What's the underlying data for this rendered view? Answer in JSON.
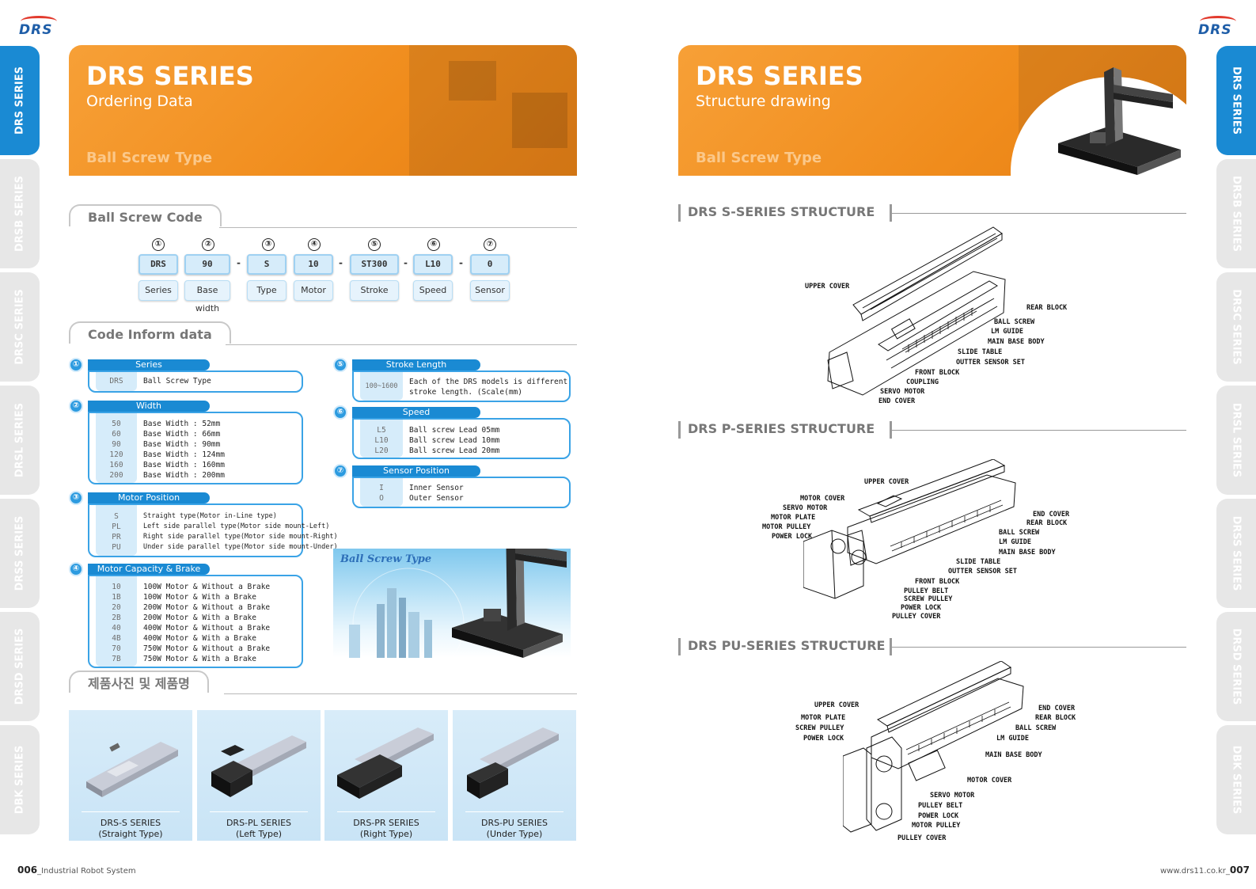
{
  "logo": {
    "text": "DRS"
  },
  "left_tabs": [
    "DRS SERIES",
    "DRSB SERIES",
    "DRSC SERIES",
    "DRSL SERIES",
    "DRSS SERIES",
    "DRSD SERIES",
    "DBK SERIES"
  ],
  "right_tabs": [
    "DRS SERIES",
    "DRSB SERIES",
    "DRSC SERIES",
    "DRSL SERIES",
    "DRSS SERIES",
    "DRSD SERIES",
    "DBK SERIES"
  ],
  "left_banner": {
    "title": "DRS SERIES",
    "subtitle": "Ordering Data",
    "type": "Ball Screw Type"
  },
  "right_banner": {
    "title": "DRS SERIES",
    "subtitle": "Structure drawing",
    "type": "Ball Screw Type"
  },
  "sections": {
    "ball_screw_code": "Ball Screw Code",
    "code_inform": "Code Inform data",
    "products": "제품사진 및 제품명"
  },
  "order_code": {
    "numbers": [
      "①",
      "②",
      "③",
      "④",
      "⑤",
      "⑥",
      "⑦"
    ],
    "codes": [
      "DRS",
      "90",
      "S",
      "10",
      "ST300",
      "L10",
      "0"
    ],
    "labels": [
      "Series",
      "Base width",
      "Type",
      "Motor",
      "Stroke",
      "Speed",
      "Sensor"
    ],
    "dash": "-"
  },
  "info": {
    "series": {
      "num": "①",
      "title": "Series",
      "rows": [
        {
          "code": "DRS",
          "desc": "Ball Screw Type"
        }
      ]
    },
    "width": {
      "num": "②",
      "title": "Width",
      "rows": [
        {
          "code": "50",
          "desc": "Base Width : 52mm"
        },
        {
          "code": "60",
          "desc": "Base Width : 66mm"
        },
        {
          "code": "90",
          "desc": "Base Width : 90mm"
        },
        {
          "code": "120",
          "desc": "Base Width : 124mm"
        },
        {
          "code": "160",
          "desc": "Base Width : 160mm"
        },
        {
          "code": "200",
          "desc": "Base Width : 200mm"
        }
      ]
    },
    "motor_position": {
      "num": "③",
      "title": "Motor Position",
      "rows": [
        {
          "code": "S",
          "desc": "Straight type(Motor in-Line type)"
        },
        {
          "code": "PL",
          "desc": "Left side parallel type(Motor side mount-Left)"
        },
        {
          "code": "PR",
          "desc": "Right side parallel type(Motor side mount-Right)"
        },
        {
          "code": "PU",
          "desc": "Under side parallel type(Motor side mount-Under)"
        }
      ]
    },
    "motor_capacity": {
      "num": "④",
      "title": "Motor Capacity & Brake",
      "rows": [
        {
          "code": "10",
          "desc": "100W Motor & Without a Brake"
        },
        {
          "code": "1B",
          "desc": "100W Motor & With a Brake"
        },
        {
          "code": "20",
          "desc": "200W Motor & Without a Brake"
        },
        {
          "code": "2B",
          "desc": "200W Motor & With a Brake"
        },
        {
          "code": "40",
          "desc": "400W Motor & Without a Brake"
        },
        {
          "code": "4B",
          "desc": "400W Motor & With a Brake"
        },
        {
          "code": "70",
          "desc": "750W Motor & Without a Brake"
        },
        {
          "code": "7B",
          "desc": "750W Motor & With a Brake"
        }
      ]
    },
    "stroke": {
      "num": "⑤",
      "title": "Stroke Length",
      "code": "100~1600",
      "desc1": "Each of the DRS models is different",
      "desc2": "stroke length. (Scale(mm)"
    },
    "speed": {
      "num": "⑥",
      "title": "Speed",
      "rows": [
        {
          "code": "L5",
          "desc": "Ball screw Lead 05mm"
        },
        {
          "code": "L10",
          "desc": "Ball screw Lead 10mm"
        },
        {
          "code": "L20",
          "desc": "Ball screw Lead 20mm"
        }
      ]
    },
    "sensor": {
      "num": "⑦",
      "title": "Sensor Position",
      "rows": [
        {
          "code": "I",
          "desc": "Inner Sensor"
        },
        {
          "code": "O",
          "desc": "Outer Sensor"
        }
      ]
    }
  },
  "photo_title": "Ball Screw Type",
  "products": [
    {
      "name": "DRS-S SERIES",
      "sub": "(Straight Type)"
    },
    {
      "name": "DRS-PL SERIES",
      "sub": "(Left Type)"
    },
    {
      "name": "DRS-PR SERIES",
      "sub": "(Right Type)"
    },
    {
      "name": "DRS-PU SERIES",
      "sub": "(Under Type)"
    }
  ],
  "structures": {
    "s": {
      "title": "DRS S-SERIES STRUCTURE",
      "labels": [
        "UPPER COVER",
        "REAR BLOCK",
        "BALL SCREW",
        "LM GUIDE",
        "MAIN BASE BODY",
        "SLIDE TABLE",
        "OUTTER SENSOR SET",
        "FRONT BLOCK",
        "COUPLING",
        "SERVO MOTOR",
        "END COVER"
      ]
    },
    "p": {
      "title": "DRS P-SERIES STRUCTURE",
      "labels": [
        "UPPER COVER",
        "MOTOR COVER",
        "SERVO MOTOR",
        "MOTOR PLATE",
        "MOTOR PULLEY",
        "POWER LOCK",
        "END COVER",
        "REAR BLOCK",
        "BALL SCREW",
        "LM GUIDE",
        "MAIN BASE BODY",
        "SLIDE TABLE",
        "OUTTER SENSOR SET",
        "FRONT BLOCK",
        "PULLEY BELT",
        "SCREW PULLEY",
        "POWER LOCK",
        "PULLEY COVER"
      ]
    },
    "pu": {
      "title": "DRS PU-SERIES STRUCTURE",
      "labels": [
        "UPPER COVER",
        "MOTOR PLATE",
        "SCREW PULLEY",
        "POWER LOCK",
        "END COVER",
        "REAR BLOCK",
        "BALL SCREW",
        "LM GUIDE",
        "MAIN BASE BODY",
        "MOTOR COVER",
        "SERVO MOTOR",
        "PULLEY BELT",
        "POWER LOCK",
        "MOTOR PULLEY",
        "PULLEY COVER"
      ]
    }
  },
  "footer": {
    "left_page": "006",
    "left_text": "_Industrial Robot System",
    "right_text": "www.drs11.co.kr_",
    "right_page": "007"
  }
}
